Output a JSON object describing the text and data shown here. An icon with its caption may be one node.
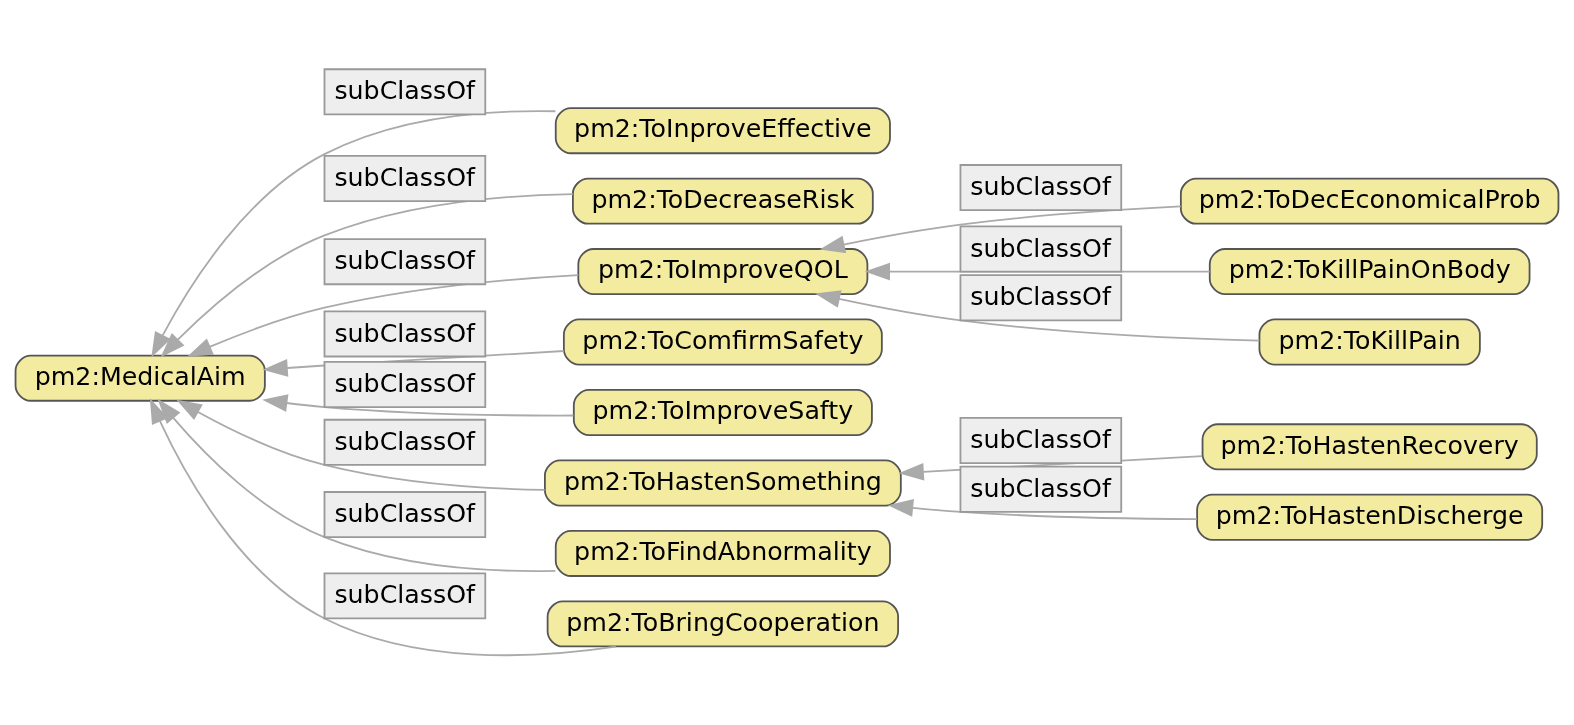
{
  "diagram": {
    "nodes": [
      {
        "text": [
          "pm2:MedicalAim"
        ]
      },
      {
        "text": [
          "pm2:ToInproveEffective"
        ]
      },
      {
        "text": [
          "pm2:ToDecreaseRisk"
        ]
      },
      {
        "text": [
          "pm2:ToImproveQOL"
        ]
      },
      {
        "text": [
          "pm2:ToDecEconomicalProb"
        ]
      },
      {
        "text": [
          "pm2:ToKillPainOnBody"
        ]
      },
      {
        "text": [
          "pm2:ToKillPain"
        ]
      },
      {
        "text": [
          "pm2:ToComfirmSafety"
        ]
      },
      {
        "text": [
          "pm2:ToImproveSafty"
        ]
      },
      {
        "text": [
          "pm2:ToHastenSomething"
        ]
      },
      {
        "text": [
          "pm2:ToHastenRecovery"
        ]
      },
      {
        "text": [
          "pm2:ToHastenDischerge"
        ]
      },
      {
        "text": [
          "pm2:ToFindAbnormality"
        ]
      },
      {
        "text": [
          "pm2:ToBringCooperation"
        ]
      }
    ],
    "edges": [
      {
        "from": 1,
        "to": 0,
        "arrow": "to",
        "label": "subClassOf"
      },
      {
        "from": 2,
        "to": 0,
        "arrow": "to",
        "label": "subClassOf"
      },
      {
        "from": 3,
        "to": 0,
        "arrow": "to",
        "label": "subClassOf"
      },
      {
        "from": 4,
        "to": 3,
        "arrow": "to",
        "label": "subClassOf"
      },
      {
        "from": 5,
        "to": 3,
        "arrow": "to",
        "label": "subClassOf"
      },
      {
        "from": 6,
        "to": 3,
        "arrow": "to",
        "label": "subClassOf"
      },
      {
        "from": 7,
        "to": 0,
        "arrow": "to",
        "label": "subClassOf"
      },
      {
        "from": 8,
        "to": 0,
        "arrow": "to",
        "label": "subClassOf"
      },
      {
        "from": 9,
        "to": 0,
        "arrow": "to",
        "label": "subClassOf"
      },
      {
        "from": 10,
        "to": 9,
        "arrow": "to",
        "label": "subClassOf"
      },
      {
        "from": 11,
        "to": 9,
        "arrow": "to",
        "label": "subClassOf"
      },
      {
        "from": 12,
        "to": 0,
        "arrow": "to",
        "label": "subClassOf"
      },
      {
        "from": 13,
        "to": 0,
        "arrow": "to",
        "label": "subClassOf"
      }
    ]
  }
}
